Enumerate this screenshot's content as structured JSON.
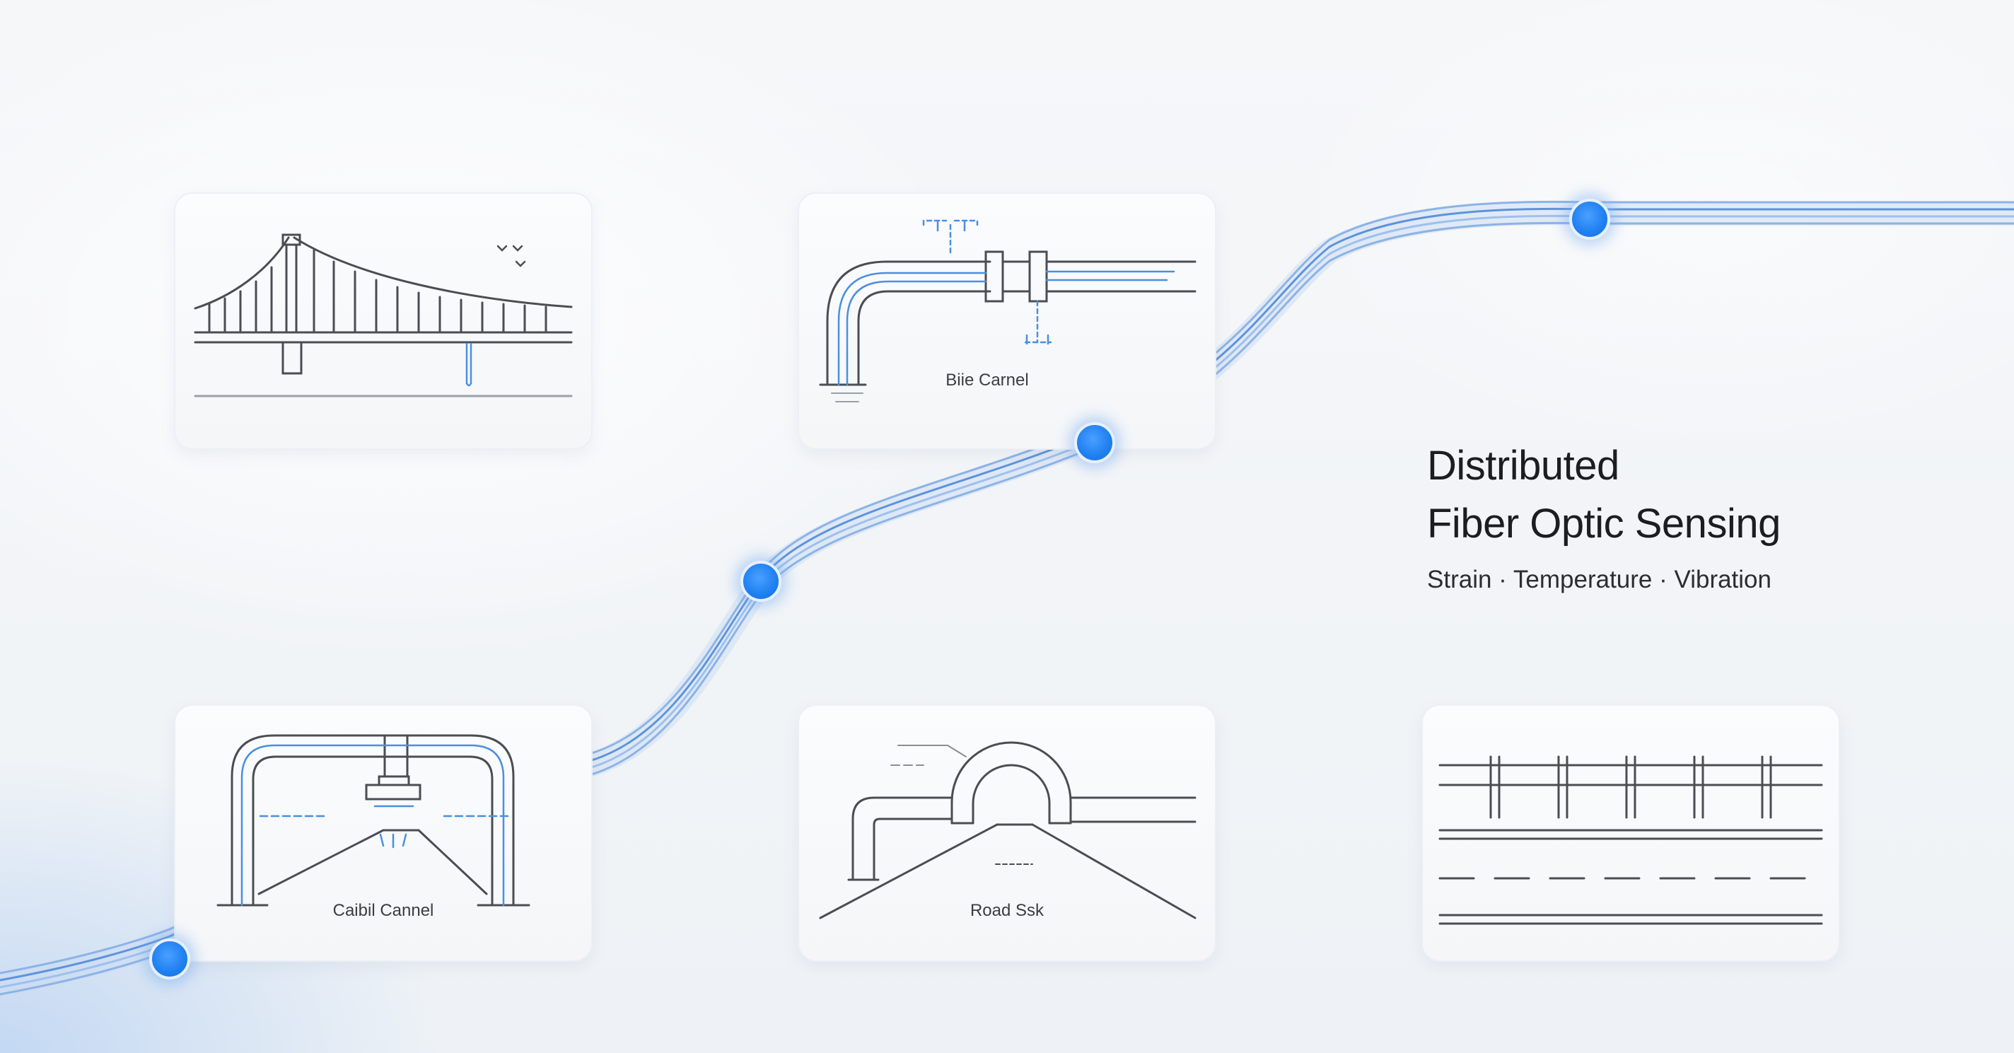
{
  "heading": {
    "line1": "Distributed",
    "line2": "Fiber Optic Sensing",
    "subtitle": "Strain · Temperature · Vibration"
  },
  "cards": [
    {
      "id": "bridge",
      "label": ""
    },
    {
      "id": "pipeline",
      "label": "Biie Carnel"
    },
    {
      "id": "tunnel",
      "label": "Caibil Cannel"
    },
    {
      "id": "road-tunnel",
      "label": "Road Ssk"
    },
    {
      "id": "railway",
      "label": ""
    }
  ],
  "colors": {
    "fiber": "#8cb3e6",
    "fiber_core": "#5d93dc",
    "node": "#1e7ff0",
    "line_art": "#4a4d52",
    "accent": "#4a8fe0"
  },
  "icons": [
    "suspension-bridge-icon",
    "pipeline-icon",
    "tunnel-icon",
    "road-tunnel-icon",
    "railway-icon"
  ]
}
